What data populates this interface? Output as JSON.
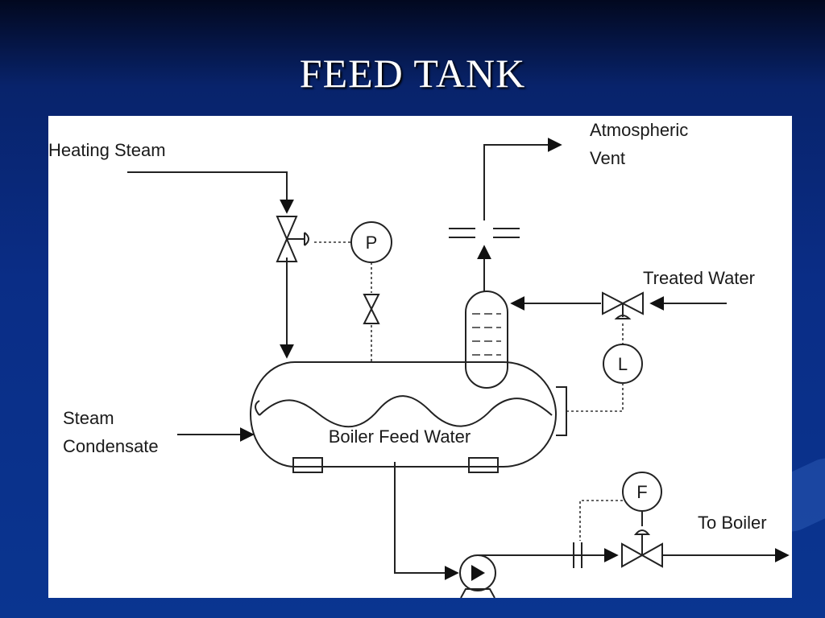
{
  "title": "FEED TANK",
  "labels": {
    "heating_steam": "Heating Steam",
    "atmospheric_vent_line1": "Atmospheric",
    "atmospheric_vent_line2": "Vent",
    "treated_water": "Treated Water",
    "steam_condensate_line1": "Steam",
    "steam_condensate_line2": "Condensate",
    "boiler_feed_water": "Boiler Feed Water",
    "to_boiler": "To Boiler"
  },
  "instruments": {
    "pressure": "P",
    "level": "L",
    "flow": "F"
  }
}
